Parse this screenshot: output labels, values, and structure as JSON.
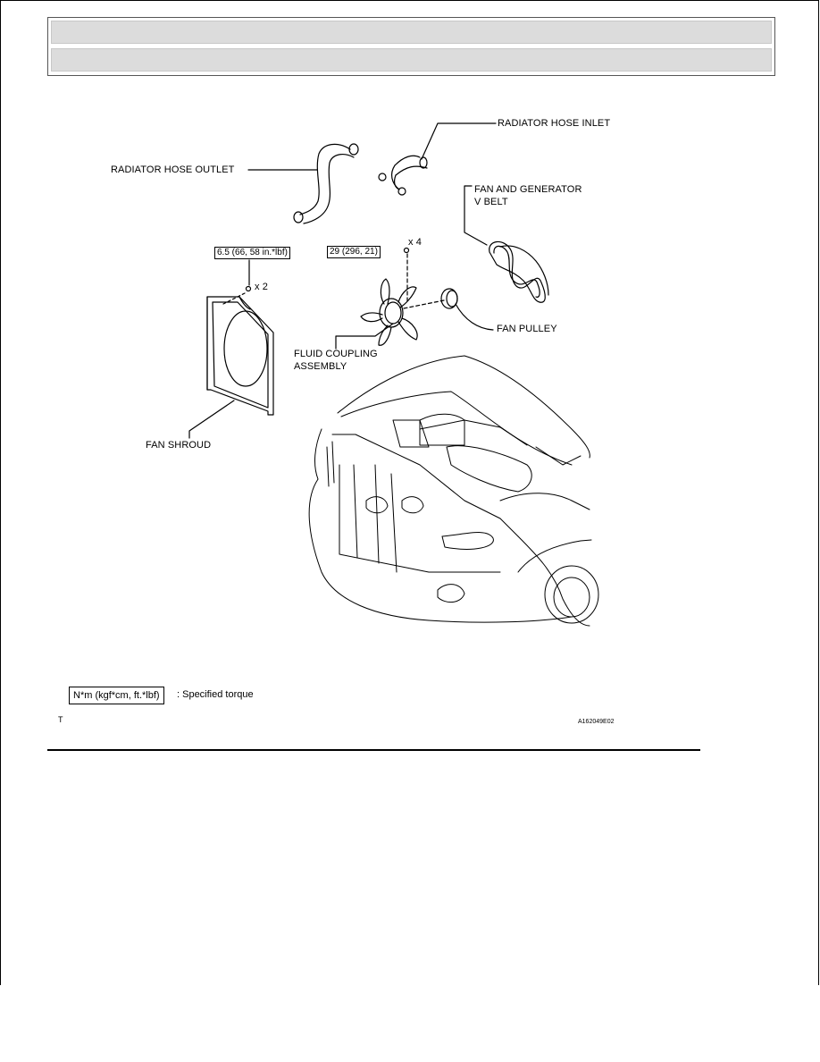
{
  "labels": {
    "hose_outlet": "RADIATOR HOSE OUTLET",
    "hose_inlet": "RADIATOR HOSE INLET",
    "belt_line1": "FAN AND GENERATOR",
    "belt_line2": "V BELT",
    "fan_pulley": "FAN PULLEY",
    "coupling_line1": "FLUID COUPLING",
    "coupling_line2": "ASSEMBLY",
    "fan_shroud": "FAN SHROUD"
  },
  "torque": {
    "shroud": "6.5 (66, 58 in.*lbf)",
    "shroud_qty": "x 2",
    "coupling": "29 (296, 21)",
    "coupling_qty": "x 4"
  },
  "legend": {
    "unit": "N*m (kgf*cm, ft.*lbf)",
    "text": ": Specified torque"
  },
  "footer": {
    "mark": "T",
    "code": "A162049E02"
  }
}
